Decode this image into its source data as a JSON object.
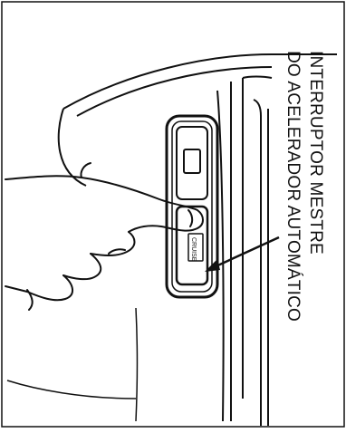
{
  "illustration": {
    "callout_lines": [
      "INTERRUPTOR MESTRE",
      "DO ACELERADOR AUTOMÁTICO"
    ],
    "button_legend": "CRUISE",
    "ink_color": "#111111",
    "paper_color": "#ffffff"
  }
}
